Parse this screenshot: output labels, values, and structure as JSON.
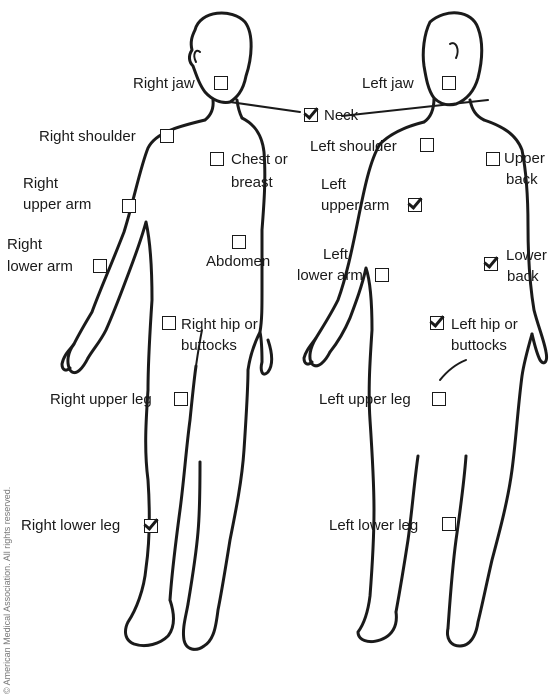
{
  "copyright": "© American Medical Association. All rights reserved.",
  "labels": {
    "right_jaw": "Right jaw",
    "left_jaw": "Left jaw",
    "neck": "Neck",
    "right_shoulder": "Right shoulder",
    "left_shoulder": "Left shoulder",
    "chest_1": "Chest or",
    "chest_2": "breast",
    "upper_back_1": "Upper",
    "upper_back_2": "back",
    "right_upper_arm_1": "Right",
    "right_upper_arm_2": "upper arm",
    "left_upper_arm_1": "Left",
    "left_upper_arm_2": "upper arm",
    "right_lower_arm_1": "Right",
    "right_lower_arm_2": "lower arm",
    "abdomen": "Abdomen",
    "left_lower_arm_1": "Left",
    "left_lower_arm_2": "lower arm",
    "lower_back_1": "Lower",
    "lower_back_2": "back",
    "right_hip_1": "Right hip or",
    "right_hip_2": "buttocks",
    "left_hip_1": "Left hip or",
    "left_hip_2": "buttocks",
    "right_upper_leg": "Right upper leg",
    "left_upper_leg": "Left upper leg",
    "right_lower_leg": "Right lower leg",
    "left_lower_leg": "Left lower leg"
  },
  "checkboxes": {
    "right_jaw": false,
    "left_jaw": false,
    "neck": true,
    "right_shoulder": false,
    "left_shoulder": false,
    "chest": false,
    "upper_back": false,
    "right_upper_arm": false,
    "left_upper_arm": true,
    "right_lower_arm": false,
    "abdomen": false,
    "left_lower_arm": false,
    "lower_back": true,
    "right_hip": false,
    "left_hip": true,
    "right_upper_leg": false,
    "left_upper_leg": false,
    "right_lower_leg": true,
    "left_lower_leg": false
  },
  "colors": {
    "outline": "#1a1a1a",
    "background": "#ffffff"
  }
}
